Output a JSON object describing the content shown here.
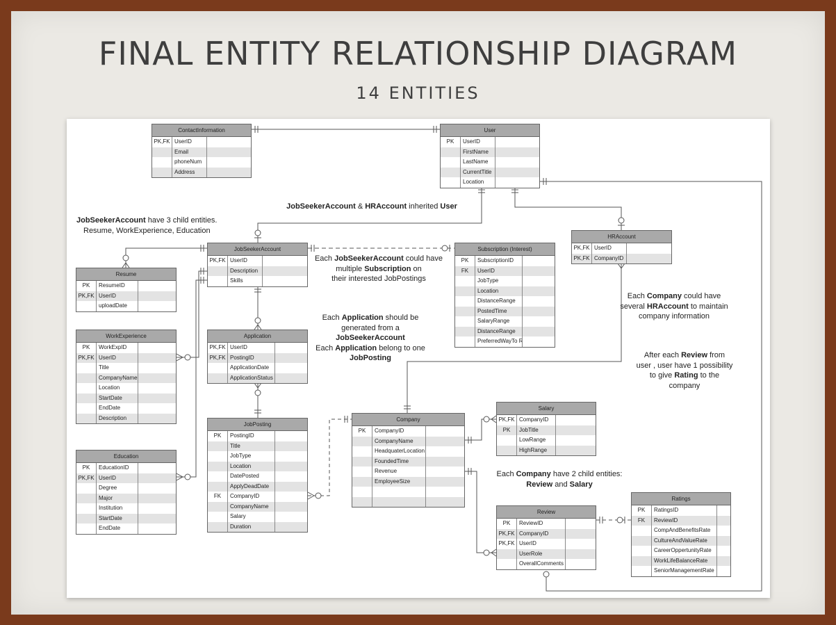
{
  "slide": {
    "title": "FINAL ENTITY RELATIONSHIP DIAGRAM",
    "subtitle": "14 ENTITIES"
  },
  "entities": {
    "contact_information": {
      "name": "ContactInformation",
      "rows": [
        {
          "key": "PK,FK",
          "attr": "UserID"
        },
        {
          "key": "",
          "attr": "Email"
        },
        {
          "key": "",
          "attr": "phoneNum"
        },
        {
          "key": "",
          "attr": "Address"
        }
      ]
    },
    "user": {
      "name": "User",
      "rows": [
        {
          "key": "PK",
          "attr": "UserID"
        },
        {
          "key": "",
          "attr": "FirstName"
        },
        {
          "key": "",
          "attr": "LastName"
        },
        {
          "key": "",
          "attr": "CurrentTitle"
        },
        {
          "key": "",
          "attr": "Location"
        }
      ]
    },
    "job_seeker_account": {
      "name": "JobSeekerAccount",
      "rows": [
        {
          "key": "PK,FK",
          "attr": "UserID"
        },
        {
          "key": "",
          "attr": "Description"
        },
        {
          "key": "",
          "attr": "Skills"
        }
      ]
    },
    "subscription": {
      "name": "Subscription (Interest)",
      "rows": [
        {
          "key": "PK",
          "attr": "SubscriptionID"
        },
        {
          "key": "FK",
          "attr": "UserID"
        },
        {
          "key": "",
          "attr": "JobType"
        },
        {
          "key": "",
          "attr": "Location"
        },
        {
          "key": "",
          "attr": "DistanceRange"
        },
        {
          "key": "",
          "attr": "PostedTime"
        },
        {
          "key": "",
          "attr": "SalaryRange"
        },
        {
          "key": "",
          "attr": "DistanceRange"
        },
        {
          "key": "",
          "attr": "PreferredWayTo Receive"
        }
      ]
    },
    "hr_account": {
      "name": "HRAccount",
      "rows": [
        {
          "key": "PK,FK",
          "attr": "UserID"
        },
        {
          "key": "PK,FK",
          "attr": "CompanyID"
        }
      ]
    },
    "resume": {
      "name": "Resume",
      "rows": [
        {
          "key": "PK",
          "attr": "ResumeID"
        },
        {
          "key": "PK,FK",
          "attr": "UserID"
        },
        {
          "key": "",
          "attr": "uploadDate"
        }
      ]
    },
    "work_experience": {
      "name": "WorkExperience",
      "rows": [
        {
          "key": "PK",
          "attr": "WorkExpID"
        },
        {
          "key": "PK,FK",
          "attr": "UserID"
        },
        {
          "key": "",
          "attr": "Title"
        },
        {
          "key": "",
          "attr": "CompanyName"
        },
        {
          "key": "",
          "attr": "Location"
        },
        {
          "key": "",
          "attr": "StartDate"
        },
        {
          "key": "",
          "attr": "EndDate"
        },
        {
          "key": "",
          "attr": "Description"
        }
      ]
    },
    "education": {
      "name": "Education",
      "rows": [
        {
          "key": "PK",
          "attr": "EducationID"
        },
        {
          "key": "PK,FK",
          "attr": "UserID"
        },
        {
          "key": "",
          "attr": "Degree"
        },
        {
          "key": "",
          "attr": "Major"
        },
        {
          "key": "",
          "attr": "Institution"
        },
        {
          "key": "",
          "attr": "StartDate"
        },
        {
          "key": "",
          "attr": "EndDate"
        }
      ]
    },
    "application": {
      "name": "Application",
      "rows": [
        {
          "key": "PK,FK",
          "attr": "UserID"
        },
        {
          "key": "PK,FK",
          "attr": "PostingID"
        },
        {
          "key": "",
          "attr": "ApplicationDate"
        },
        {
          "key": "",
          "attr": "ApplicationStatus"
        }
      ]
    },
    "job_posting": {
      "name": "JobPosting",
      "rows": [
        {
          "key": "PK",
          "attr": "PostingID"
        },
        {
          "key": "",
          "attr": "Title"
        },
        {
          "key": "",
          "attr": "JobType"
        },
        {
          "key": "",
          "attr": "Location"
        },
        {
          "key": "",
          "attr": "DatePosted"
        },
        {
          "key": "",
          "attr": "ApplyDeadDate"
        },
        {
          "key": "FK",
          "attr": "CompanyID"
        },
        {
          "key": "",
          "attr": "CompanyName"
        },
        {
          "key": "",
          "attr": "Salary"
        },
        {
          "key": "",
          "attr": "Duration"
        }
      ]
    },
    "company": {
      "name": "Company",
      "rows": [
        {
          "key": "PK",
          "attr": "CompanyID"
        },
        {
          "key": "",
          "attr": "CompanyName"
        },
        {
          "key": "",
          "attr": "HeadquaterLocation"
        },
        {
          "key": "",
          "attr": "FoundedTime"
        },
        {
          "key": "",
          "attr": "Revenue"
        },
        {
          "key": "",
          "attr": "EmployeeSize"
        },
        {
          "key": "",
          "attr": ""
        },
        {
          "key": "",
          "attr": ""
        }
      ]
    },
    "salary": {
      "name": "Salary",
      "rows": [
        {
          "key": "PK,FK",
          "attr": "CompanyID"
        },
        {
          "key": "PK",
          "attr": "JobTitle"
        },
        {
          "key": "",
          "attr": "LowRange"
        },
        {
          "key": "",
          "attr": "HighRange"
        }
      ]
    },
    "review": {
      "name": "Review",
      "rows": [
        {
          "key": "PK",
          "attr": "ReviewID"
        },
        {
          "key": "PK,FK",
          "attr": "CompanyID"
        },
        {
          "key": "PK,FK",
          "attr": "UserID"
        },
        {
          "key": "",
          "attr": "UserRole"
        },
        {
          "key": "",
          "attr": "OverallComments"
        }
      ]
    },
    "ratings": {
      "name": "Ratings",
      "rows": [
        {
          "key": "PK",
          "attr": "RatingsID"
        },
        {
          "key": "FK",
          "attr": "ReviewID"
        },
        {
          "key": "",
          "attr": "CompAndBenefitsRate"
        },
        {
          "key": "",
          "attr": "CultureAndValueRate"
        },
        {
          "key": "",
          "attr": "CareerOppertunityRate"
        },
        {
          "key": "",
          "attr": "WorkLifeBalanceRate"
        },
        {
          "key": "",
          "attr": "SeniorManagementRate"
        }
      ]
    }
  },
  "notes": {
    "inherit": {
      "b1": "JobSeekerAccount",
      "t1": " & ",
      "b2": "HRAccount",
      "t2": " inherited ",
      "b3": "User"
    },
    "children_line1": {
      "b1": "JobSeekerAccount",
      "t1": " have 3 child entities."
    },
    "children_line2": "Resume, WorkExperience, Education",
    "subscription_line1": {
      "t0": "Each ",
      "b1": "JobSeekerAccount",
      "t1": " could have"
    },
    "subscription_line2": {
      "t0": "multiple  ",
      "b1": "Subscription",
      "t1": " on"
    },
    "subscription_line3": "their interested JobPostings",
    "application_line1": {
      "t0": "Each ",
      "b1": "Application",
      "t1": " should be"
    },
    "application_line2": "generated from a",
    "application_line3": {
      "b1": "JobSeekerAccount"
    },
    "application_line4": {
      "t0": "Each ",
      "b1": "Application",
      "t1": " belong to one"
    },
    "application_line5": {
      "b1": "JobPosting"
    },
    "company_line1": {
      "t0": "Each ",
      "b1": "Company",
      "t1": " could have"
    },
    "company_line2": {
      "t0": "several ",
      "b1": "HRAccount",
      "t1": " to maintain"
    },
    "company_line3": "company information",
    "review_line1": {
      "t0": "After each ",
      "b1": "Review",
      "t1": " from"
    },
    "review_line2": "user , user have 1 possibility",
    "review_line3": {
      "t0": "to give ",
      "b1": "Rating",
      "t1": " to the"
    },
    "review_line4": "company",
    "company_children_line1": {
      "t0": "Each ",
      "b1": "Company",
      "t1": " have 2 child entities:"
    },
    "company_children_line2": {
      "b1": "Review",
      "t1": " and ",
      "b2": "Salary"
    }
  }
}
